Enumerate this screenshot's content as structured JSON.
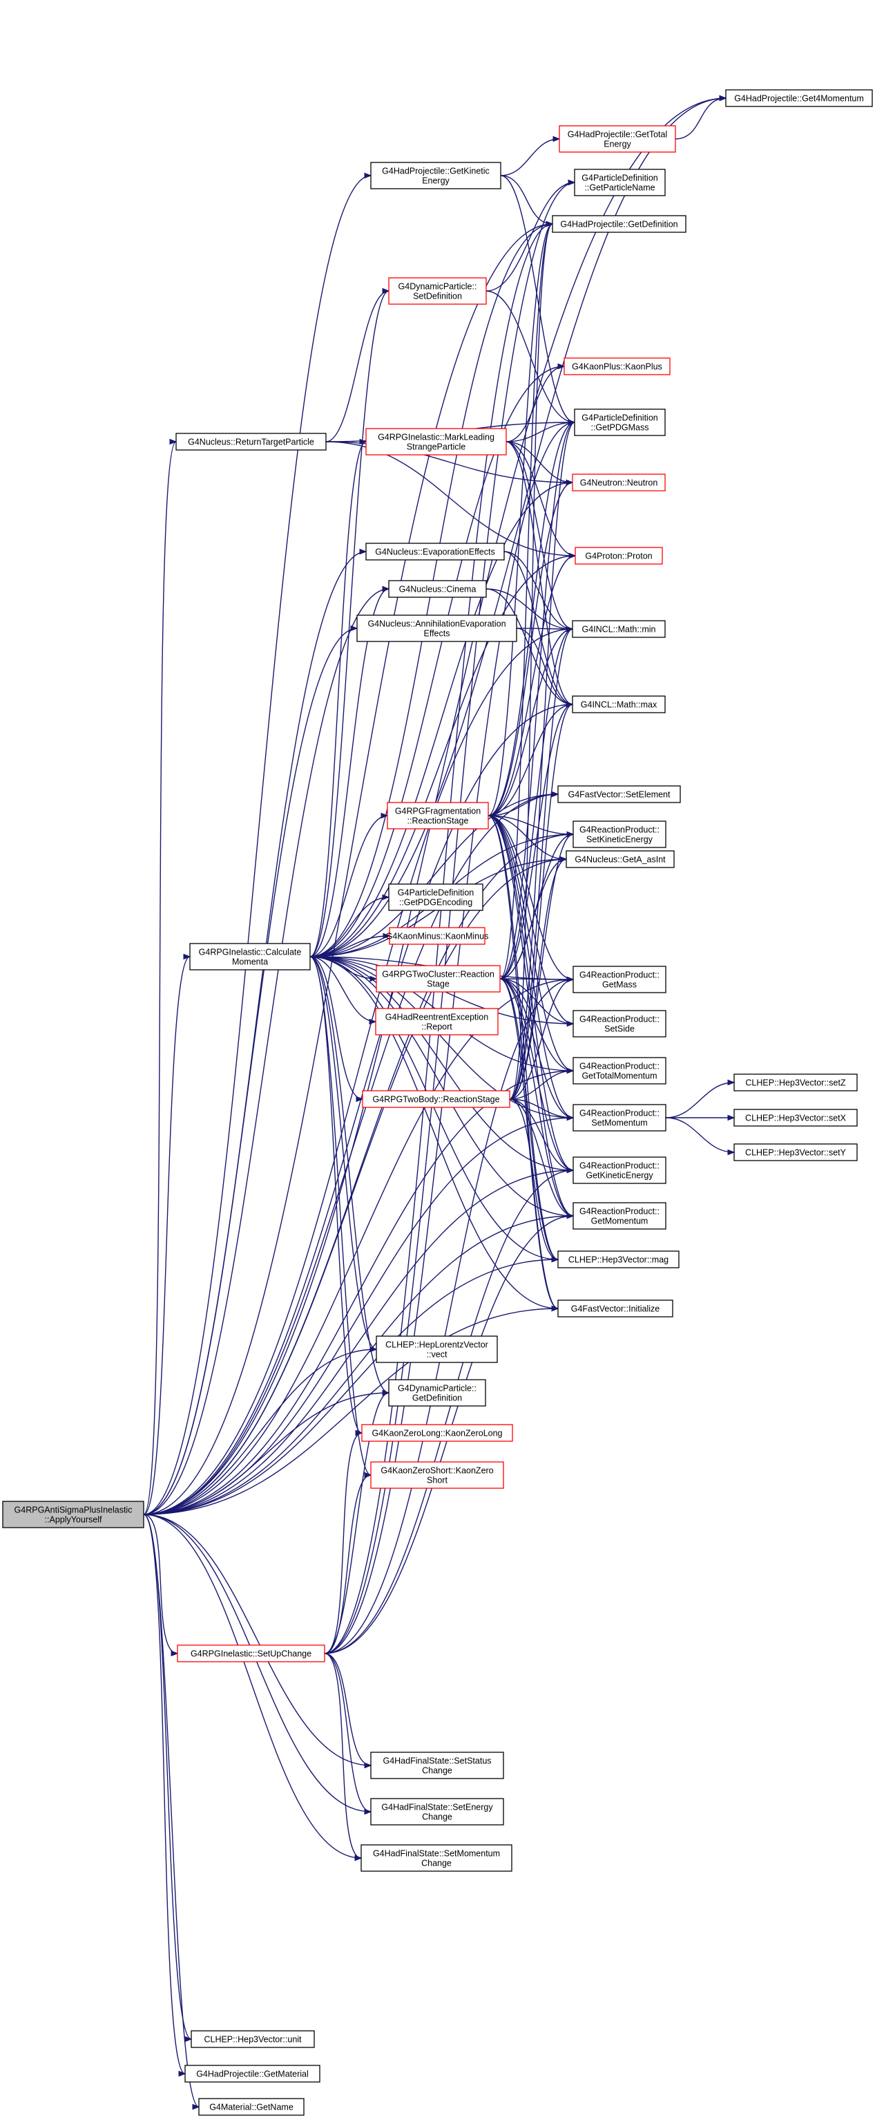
{
  "colors": {
    "edge": "#191970",
    "border_normal": "#000000",
    "border_truncated": "#ff0000",
    "root_fill": "#bfbfbf",
    "node_fill": "#ffffff"
  },
  "nodes": [
    {
      "id": "root",
      "lines": [
        "G4RPGAntiSigmaPlusInelastic",
        "::ApplyYourself"
      ],
      "kind": "root"
    },
    {
      "id": "get4mom",
      "lines": [
        "G4HadProjectile::Get4Momentum"
      ],
      "kind": "normal"
    },
    {
      "id": "gettotalenergy",
      "lines": [
        "G4HadProjectile::GetTotal",
        "Energy"
      ],
      "kind": "truncated"
    },
    {
      "id": "getkinetic",
      "lines": [
        "G4HadProjectile::GetKinetic",
        "Energy"
      ],
      "kind": "normal"
    },
    {
      "id": "getparticlename",
      "lines": [
        "G4ParticleDefinition",
        "::GetParticleName"
      ],
      "kind": "normal"
    },
    {
      "id": "projgetdef",
      "lines": [
        "G4HadProjectile::GetDefinition"
      ],
      "kind": "normal"
    },
    {
      "id": "dynsetdef",
      "lines": [
        "G4DynamicParticle::",
        "SetDefinition"
      ],
      "kind": "truncated"
    },
    {
      "id": "kaonplus",
      "lines": [
        "G4KaonPlus::KaonPlus"
      ],
      "kind": "truncated"
    },
    {
      "id": "returntarget",
      "lines": [
        "G4Nucleus::ReturnTargetParticle"
      ],
      "kind": "normal"
    },
    {
      "id": "markleading",
      "lines": [
        "G4RPGInelastic::MarkLeading",
        "StrangeParticle"
      ],
      "kind": "truncated"
    },
    {
      "id": "getpdgmass",
      "lines": [
        "G4ParticleDefinition",
        "::GetPDGMass"
      ],
      "kind": "normal"
    },
    {
      "id": "neutron",
      "lines": [
        "G4Neutron::Neutron"
      ],
      "kind": "truncated"
    },
    {
      "id": "evaporation",
      "lines": [
        "G4Nucleus::EvaporationEffects"
      ],
      "kind": "normal"
    },
    {
      "id": "proton",
      "lines": [
        "G4Proton::Proton"
      ],
      "kind": "truncated"
    },
    {
      "id": "cinema",
      "lines": [
        "G4Nucleus::Cinema"
      ],
      "kind": "normal"
    },
    {
      "id": "annihilation",
      "lines": [
        "G4Nucleus::AnnihilationEvaporation",
        "Effects"
      ],
      "kind": "normal"
    },
    {
      "id": "mathmin",
      "lines": [
        "G4INCL::Math::min"
      ],
      "kind": "normal"
    },
    {
      "id": "mathmax",
      "lines": [
        "G4INCL::Math::max"
      ],
      "kind": "normal"
    },
    {
      "id": "fragmentation",
      "lines": [
        "G4RPGFragmentation",
        "::ReactionStage"
      ],
      "kind": "truncated"
    },
    {
      "id": "setelement",
      "lines": [
        "G4FastVector::SetElement"
      ],
      "kind": "normal"
    },
    {
      "id": "setkinetic",
      "lines": [
        "G4ReactionProduct::",
        "SetKineticEnergy"
      ],
      "kind": "normal"
    },
    {
      "id": "getpdgencoding",
      "lines": [
        "G4ParticleDefinition",
        "::GetPDGEncoding"
      ],
      "kind": "normal"
    },
    {
      "id": "getaasint",
      "lines": [
        "G4Nucleus::GetA_asInt"
      ],
      "kind": "normal"
    },
    {
      "id": "kaonminus",
      "lines": [
        "G4KaonMinus::KaonMinus"
      ],
      "kind": "truncated"
    },
    {
      "id": "calcmomenta",
      "lines": [
        "G4RPGInelastic::Calculate",
        "Momenta"
      ],
      "kind": "normal"
    },
    {
      "id": "twocluster",
      "lines": [
        "G4RPGTwoCluster::Reaction",
        "Stage"
      ],
      "kind": "truncated"
    },
    {
      "id": "getmass",
      "lines": [
        "G4ReactionProduct::",
        "GetMass"
      ],
      "kind": "normal"
    },
    {
      "id": "hadreentrant",
      "lines": [
        "G4HadReentrentException",
        "::Report"
      ],
      "kind": "truncated"
    },
    {
      "id": "setside",
      "lines": [
        "G4ReactionProduct::",
        "SetSide"
      ],
      "kind": "normal"
    },
    {
      "id": "gettotalmomentum",
      "lines": [
        "G4ReactionProduct::",
        "GetTotalMomentum"
      ],
      "kind": "normal"
    },
    {
      "id": "twobody",
      "lines": [
        "G4RPGTwoBody::ReactionStage"
      ],
      "kind": "truncated"
    },
    {
      "id": "setmomentum",
      "lines": [
        "G4ReactionProduct::",
        "SetMomentum"
      ],
      "kind": "normal"
    },
    {
      "id": "setz",
      "lines": [
        "CLHEP::Hep3Vector::setZ"
      ],
      "kind": "normal"
    },
    {
      "id": "setx",
      "lines": [
        "CLHEP::Hep3Vector::setX"
      ],
      "kind": "normal"
    },
    {
      "id": "sety",
      "lines": [
        "CLHEP::Hep3Vector::setY"
      ],
      "kind": "normal"
    },
    {
      "id": "getkineticenergy",
      "lines": [
        "G4ReactionProduct::",
        "GetKineticEnergy"
      ],
      "kind": "normal"
    },
    {
      "id": "getmomentum",
      "lines": [
        "G4ReactionProduct::",
        "GetMomentum"
      ],
      "kind": "normal"
    },
    {
      "id": "mag",
      "lines": [
        "CLHEP::Hep3Vector::mag"
      ],
      "kind": "normal"
    },
    {
      "id": "initialize",
      "lines": [
        "G4FastVector::Initialize"
      ],
      "kind": "normal"
    },
    {
      "id": "vect",
      "lines": [
        "CLHEP::HepLorentzVector",
        "::vect"
      ],
      "kind": "normal"
    },
    {
      "id": "dyngetdef",
      "lines": [
        "G4DynamicParticle::",
        "GetDefinition"
      ],
      "kind": "normal"
    },
    {
      "id": "kaonzerolong",
      "lines": [
        "G4KaonZeroLong::KaonZeroLong"
      ],
      "kind": "truncated"
    },
    {
      "id": "kaonzeroshort",
      "lines": [
        "G4KaonZeroShort::KaonZero",
        "Short"
      ],
      "kind": "truncated"
    },
    {
      "id": "setupchange",
      "lines": [
        "G4RPGInelastic::SetUpChange"
      ],
      "kind": "truncated"
    },
    {
      "id": "setstatus",
      "lines": [
        "G4HadFinalState::SetStatus",
        "Change"
      ],
      "kind": "normal"
    },
    {
      "id": "setenergy",
      "lines": [
        "G4HadFinalState::SetEnergy",
        "Change"
      ],
      "kind": "normal"
    },
    {
      "id": "setmomentumchange",
      "lines": [
        "G4HadFinalState::SetMomentum",
        "Change"
      ],
      "kind": "normal"
    },
    {
      "id": "unit",
      "lines": [
        "CLHEP::Hep3Vector::unit"
      ],
      "kind": "normal"
    },
    {
      "id": "getmaterial",
      "lines": [
        "G4HadProjectile::GetMaterial"
      ],
      "kind": "normal"
    },
    {
      "id": "getname",
      "lines": [
        "G4Material::GetName"
      ],
      "kind": "normal"
    }
  ],
  "edges": [
    [
      "root",
      "get4mom"
    ],
    [
      "root",
      "getkinetic"
    ],
    [
      "root",
      "projgetdef"
    ],
    [
      "root",
      "returntarget"
    ],
    [
      "root",
      "evaporation"
    ],
    [
      "root",
      "cinema"
    ],
    [
      "root",
      "annihilation"
    ],
    [
      "root",
      "mathmin"
    ],
    [
      "root",
      "mathmax"
    ],
    [
      "root",
      "setelement"
    ],
    [
      "root",
      "setkinetic"
    ],
    [
      "root",
      "getaasint"
    ],
    [
      "root",
      "calcmomenta"
    ],
    [
      "root",
      "getmass"
    ],
    [
      "root",
      "gettotalmomentum"
    ],
    [
      "root",
      "setmomentum"
    ],
    [
      "root",
      "getkineticenergy"
    ],
    [
      "root",
      "getmomentum"
    ],
    [
      "root",
      "mag"
    ],
    [
      "root",
      "initialize"
    ],
    [
      "root",
      "vect"
    ],
    [
      "root",
      "dyngetdef"
    ],
    [
      "root",
      "setupchange"
    ],
    [
      "root",
      "setstatus"
    ],
    [
      "root",
      "setenergy"
    ],
    [
      "root",
      "setmomentumchange"
    ],
    [
      "root",
      "unit"
    ],
    [
      "root",
      "getmaterial"
    ],
    [
      "root",
      "getname"
    ],
    [
      "gettotalenergy",
      "get4mom"
    ],
    [
      "getkinetic",
      "gettotalenergy"
    ],
    [
      "getkinetic",
      "projgetdef"
    ],
    [
      "getkinetic",
      "getpdgmass"
    ],
    [
      "dynsetdef",
      "getparticlename"
    ],
    [
      "dynsetdef",
      "getpdgmass"
    ],
    [
      "returntarget",
      "dynsetdef"
    ],
    [
      "returntarget",
      "getpdgmass"
    ],
    [
      "returntarget",
      "neutron"
    ],
    [
      "returntarget",
      "proton"
    ],
    [
      "markleading",
      "kaonplus"
    ],
    [
      "markleading",
      "getpdgmass"
    ],
    [
      "markleading",
      "neutron"
    ],
    [
      "markleading",
      "proton"
    ],
    [
      "markleading",
      "mathmin"
    ],
    [
      "markleading",
      "mathmax"
    ],
    [
      "cinema",
      "mathmin"
    ],
    [
      "cinema",
      "mathmax"
    ],
    [
      "annihilation",
      "mathmin"
    ],
    [
      "annihilation",
      "mathmax"
    ],
    [
      "evaporation",
      "mathmin"
    ],
    [
      "evaporation",
      "mathmax"
    ],
    [
      "calcmomenta",
      "get4mom"
    ],
    [
      "calcmomenta",
      "projgetdef"
    ],
    [
      "calcmomenta",
      "dynsetdef"
    ],
    [
      "calcmomenta",
      "kaonplus"
    ],
    [
      "calcmomenta",
      "markleading"
    ],
    [
      "calcmomenta",
      "neutron"
    ],
    [
      "calcmomenta",
      "proton"
    ],
    [
      "calcmomenta",
      "cinema"
    ],
    [
      "calcmomenta",
      "fragmentation"
    ],
    [
      "calcmomenta",
      "setelement"
    ],
    [
      "calcmomenta",
      "setkinetic"
    ],
    [
      "calcmomenta",
      "getpdgencoding"
    ],
    [
      "calcmomenta",
      "getaasint"
    ],
    [
      "calcmomenta",
      "kaonminus"
    ],
    [
      "calcmomenta",
      "twocluster"
    ],
    [
      "calcmomenta",
      "getmass"
    ],
    [
      "calcmomenta",
      "hadreentrant"
    ],
    [
      "calcmomenta",
      "setside"
    ],
    [
      "calcmomenta",
      "gettotalmomentum"
    ],
    [
      "calcmomenta",
      "twobody"
    ],
    [
      "calcmomenta",
      "setmomentum"
    ],
    [
      "calcmomenta",
      "getkineticenergy"
    ],
    [
      "calcmomenta",
      "getmomentum"
    ],
    [
      "calcmomenta",
      "mag"
    ],
    [
      "calcmomenta",
      "initialize"
    ],
    [
      "calcmomenta",
      "vect"
    ],
    [
      "calcmomenta",
      "dyngetdef"
    ],
    [
      "calcmomenta",
      "kaonzerolong"
    ],
    [
      "calcmomenta",
      "kaonzeroshort"
    ],
    [
      "fragmentation",
      "projgetdef"
    ],
    [
      "fragmentation",
      "getpdgmass"
    ],
    [
      "fragmentation",
      "neutron"
    ],
    [
      "fragmentation",
      "proton"
    ],
    [
      "fragmentation",
      "mathmin"
    ],
    [
      "fragmentation",
      "mathmax"
    ],
    [
      "fragmentation",
      "setelement"
    ],
    [
      "fragmentation",
      "setkinetic"
    ],
    [
      "fragmentation",
      "getaasint"
    ],
    [
      "fragmentation",
      "getmass"
    ],
    [
      "fragmentation",
      "setside"
    ],
    [
      "fragmentation",
      "gettotalmomentum"
    ],
    [
      "fragmentation",
      "setmomentum"
    ],
    [
      "fragmentation",
      "getkineticenergy"
    ],
    [
      "fragmentation",
      "getmomentum"
    ],
    [
      "fragmentation",
      "mag"
    ],
    [
      "fragmentation",
      "initialize"
    ],
    [
      "twocluster",
      "projgetdef"
    ],
    [
      "twocluster",
      "getpdgmass"
    ],
    [
      "twocluster",
      "mathmin"
    ],
    [
      "twocluster",
      "mathmax"
    ],
    [
      "twocluster",
      "setkinetic"
    ],
    [
      "twocluster",
      "getaasint"
    ],
    [
      "twocluster",
      "getmass"
    ],
    [
      "twocluster",
      "setside"
    ],
    [
      "twocluster",
      "gettotalmomentum"
    ],
    [
      "twocluster",
      "setmomentum"
    ],
    [
      "twocluster",
      "getkineticenergy"
    ],
    [
      "twocluster",
      "getmomentum"
    ],
    [
      "twocluster",
      "mag"
    ],
    [
      "twocluster",
      "initialize"
    ],
    [
      "twobody",
      "projgetdef"
    ],
    [
      "twobody",
      "getpdgmass"
    ],
    [
      "twobody",
      "mathmin"
    ],
    [
      "twobody",
      "mathmax"
    ],
    [
      "twobody",
      "setkinetic"
    ],
    [
      "twobody",
      "getaasint"
    ],
    [
      "twobody",
      "getmass"
    ],
    [
      "twobody",
      "gettotalmomentum"
    ],
    [
      "twobody",
      "setmomentum"
    ],
    [
      "twobody",
      "getkineticenergy"
    ],
    [
      "twobody",
      "getmomentum"
    ],
    [
      "twobody",
      "mag"
    ],
    [
      "setmomentum",
      "setz"
    ],
    [
      "setmomentum",
      "setx"
    ],
    [
      "setmomentum",
      "sety"
    ],
    [
      "setupchange",
      "getparticlename"
    ],
    [
      "setupchange",
      "projgetdef"
    ],
    [
      "setupchange",
      "getpdgmass"
    ],
    [
      "setupchange",
      "getmass"
    ],
    [
      "setupchange",
      "getmomentum"
    ],
    [
      "setupchange",
      "getkineticenergy"
    ],
    [
      "setupchange",
      "kaonzerolong"
    ],
    [
      "setupchange",
      "kaonzeroshort"
    ],
    [
      "setupchange",
      "dyngetdef"
    ],
    [
      "setupchange",
      "setstatus"
    ],
    [
      "setupchange",
      "setenergy"
    ],
    [
      "setupchange",
      "setmomentumchange"
    ]
  ]
}
